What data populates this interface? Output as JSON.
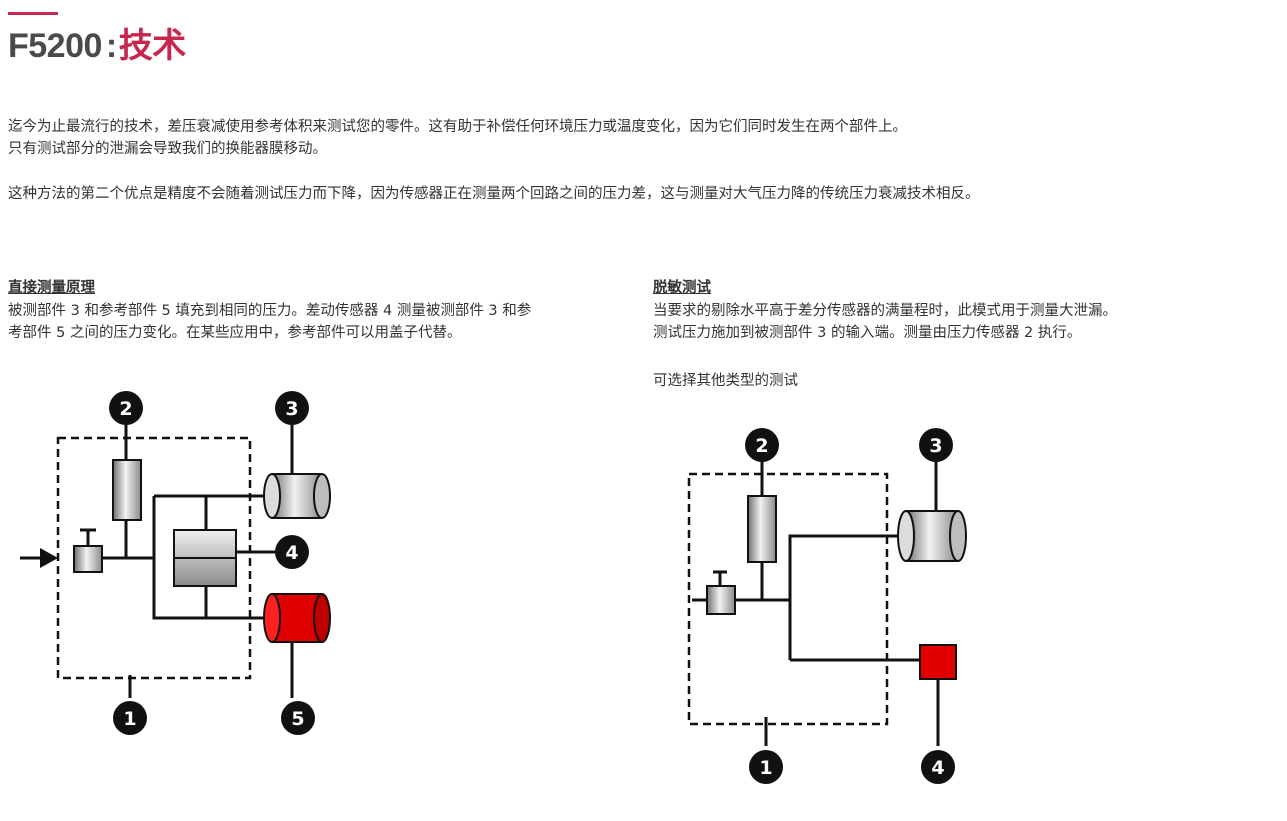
{
  "header": {
    "title_prefix": "F5200",
    "separator": ":",
    "title_accent": "技术",
    "accent_color": "#c8254f"
  },
  "intro": {
    "paragraph1_line1": "迄今为止最流行的技术，差压衰减使用参考体积来测试您的零件。这有助于补偿任何环境压力或温度变化，因为它们同时发生在两个部件上。",
    "paragraph1_line2": "只有测试部分的泄漏会导致我们的换能器膜移动。",
    "paragraph2": "这种方法的第二个优点是精度不会随着测试压力而下降，因为传感器正在测量两个回路之间的压力差，这与测量对大气压力降的传统压力衰减技术相反。"
  },
  "left_section": {
    "title": "直接测量原理",
    "text": "被测部件 3 和参考部件 5 填充到相同的压力。差动传感器 4 测量被测部件 3 和参\n考部件 5 之间的压力变化。在某些应用中，参考部件可以用盖子代替。",
    "diagram": {
      "callouts": [
        "1",
        "2",
        "3",
        "4",
        "5"
      ],
      "reference_part_color": "#e00000"
    }
  },
  "right_section": {
    "title": "脱敏测试",
    "text": "当要求的剔除水平高于差分传感器的满量程时，此模式用于测量大泄漏。\n测试压力施加到被测部件 3 的输入端。测量由压力传感器 2 执行。",
    "note": "可选择其他类型的测试",
    "diagram": {
      "callouts": [
        "1",
        "2",
        "3",
        "4"
      ],
      "component_color": "#e00000"
    }
  }
}
